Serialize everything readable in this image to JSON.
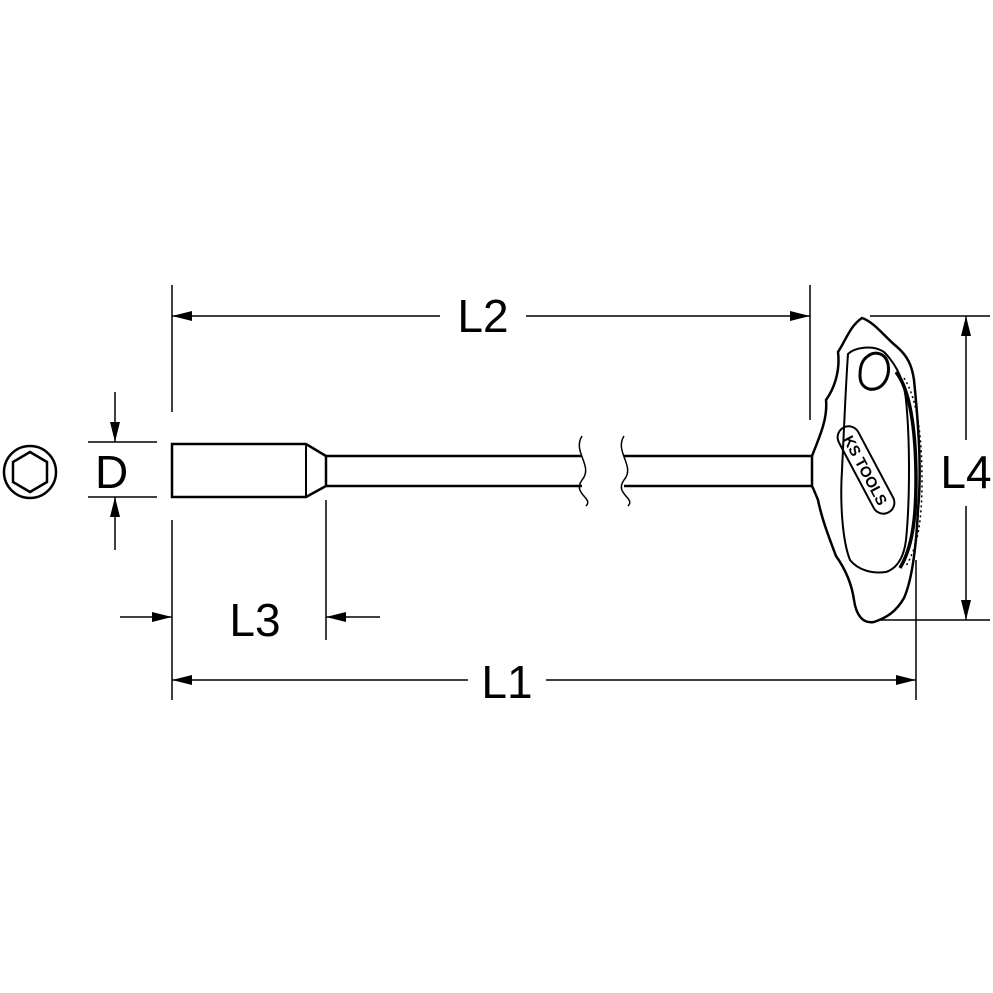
{
  "diagram": {
    "labels": {
      "L1": "L1",
      "L2": "L2",
      "L3": "L3",
      "L4": "L4",
      "D": "D"
    },
    "brand_logo_text": "KS TOOLS",
    "colors": {
      "stroke": "#000000",
      "background": "#ffffff"
    }
  }
}
